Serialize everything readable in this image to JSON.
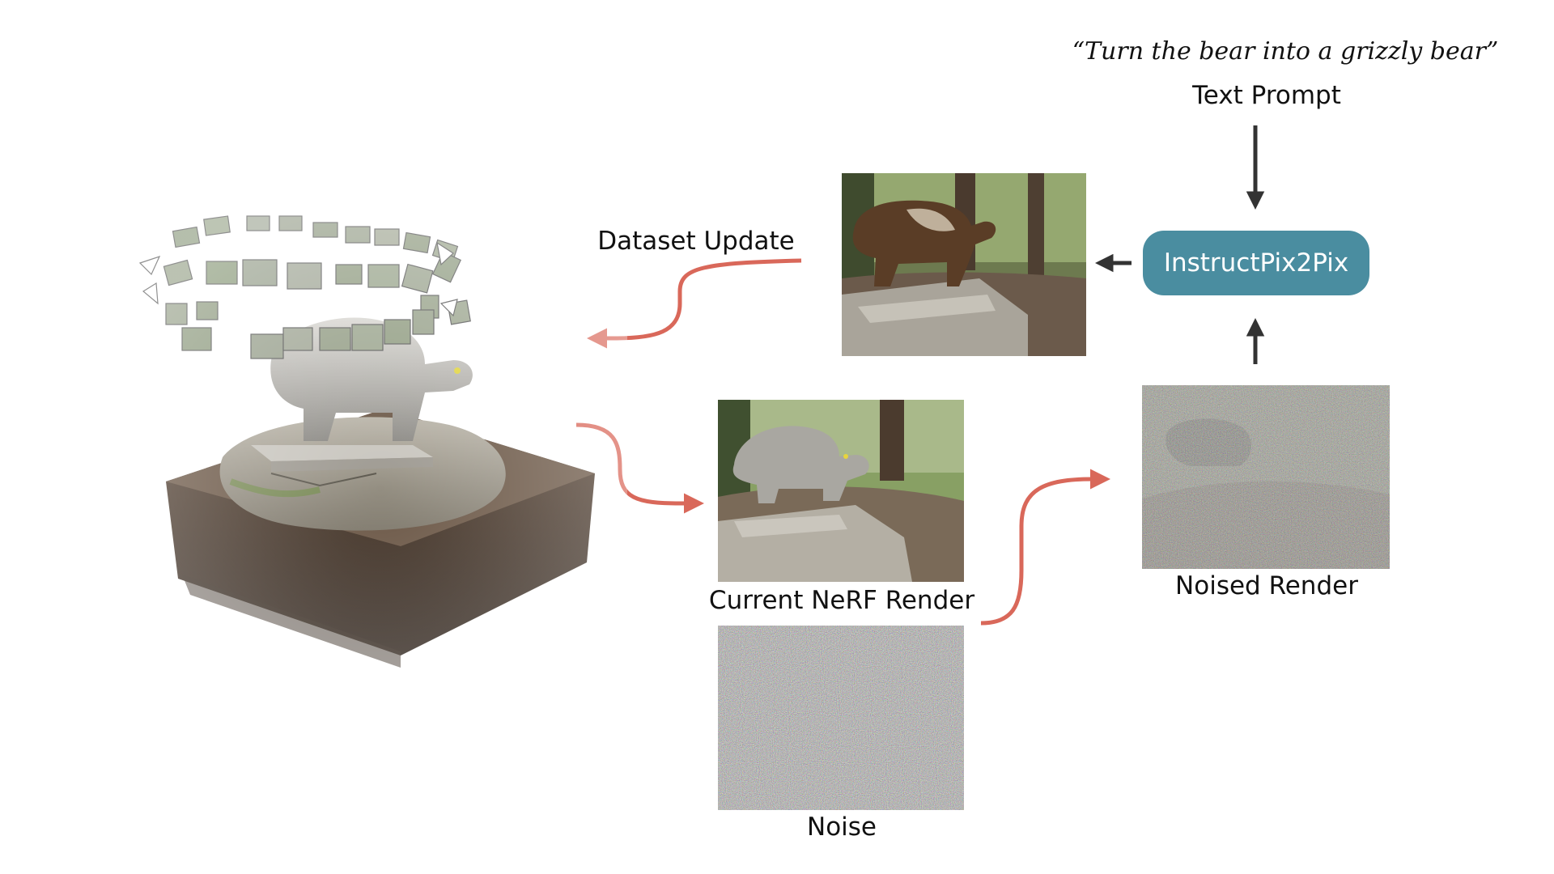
{
  "prompt": {
    "quote": "“Turn the bear into a grizzly bear”",
    "label": "Text Prompt"
  },
  "model": {
    "label": "InstructPix2Pix",
    "color": "#4a8da0"
  },
  "labels": {
    "dataset_update": "Dataset Update",
    "current_render": "Current NeRF Render",
    "noise": "Noise",
    "noised_render": "Noised Render"
  },
  "colors": {
    "flow_arrow": "#d9685a",
    "model_arrow": "#333333"
  },
  "icons": {
    "scene": "nerf-scene-with-cameras-image",
    "edited": "grizzly-bear-photo",
    "render": "stone-bear-render-photo",
    "noise": "random-noise-image",
    "noised": "noised-render-image"
  }
}
